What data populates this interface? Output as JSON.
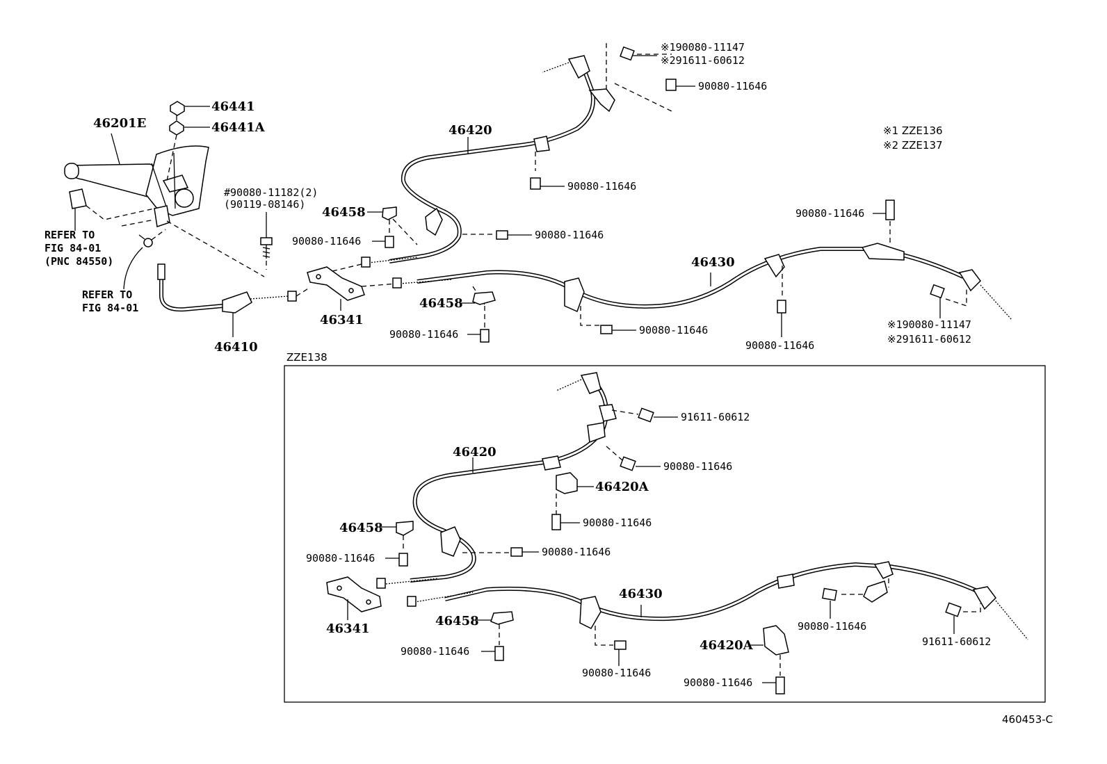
{
  "labels": {
    "main": {
      "p46441": "46441",
      "p46441a": "46441A",
      "p46201e": "46201E",
      "p46420": "46420",
      "p46458_top": "46458",
      "p46458_mid": "46458",
      "p46341": "46341",
      "p46410": "46410",
      "p46430": "46430",
      "b_x190080_top": "※190080-11147",
      "b_x291611_top": "※291611-60612",
      "b_top_right": "90080-11646",
      "b_under_46420": "90080-11646",
      "b_cable_clip": "90080-11646",
      "b_46458_top": "90080-11646",
      "b_46458_mid": "90080-11646",
      "b_mid_center": "90080-11646",
      "b_mid_right": "90080-11646",
      "b_right_upper": "90080-11646",
      "b_x190080_right": "※190080-11147",
      "b_x291611_right": "※291611-60612",
      "hash_bolt": "#90080-11182(2)",
      "hash_bolt_alt": "(90119-08146)",
      "refer1_l1": "REFER TO",
      "refer1_l2": "FIG 84-01",
      "refer1_l3": "(PNC 84550)",
      "refer2_l1": "REFER TO",
      "refer2_l2": "FIG 84-01",
      "legend1": "※1 ZZE136",
      "legend2": "※2 ZZE137"
    },
    "box": {
      "title": "ZZE138",
      "p46420": "46420",
      "p46420a_top": "46420A",
      "p46420a_bottom": "46420A",
      "p46458_top": "46458",
      "p46458_bottom": "46458",
      "p46341": "46341",
      "p46430": "46430",
      "b_91611_top": "91611-60612",
      "b_top_clip": "90080-11646",
      "b_46420a": "90080-11646",
      "b_46458_top": "90080-11646",
      "b_cable_clip": "90080-11646",
      "b_46458_bottom": "90080-11646",
      "b_center": "90080-11646",
      "b_right": "90080-11646",
      "b_bottom_clip": "90080-11646",
      "b_91611_right": "91611-60612"
    },
    "figure_id": "460453-C"
  }
}
